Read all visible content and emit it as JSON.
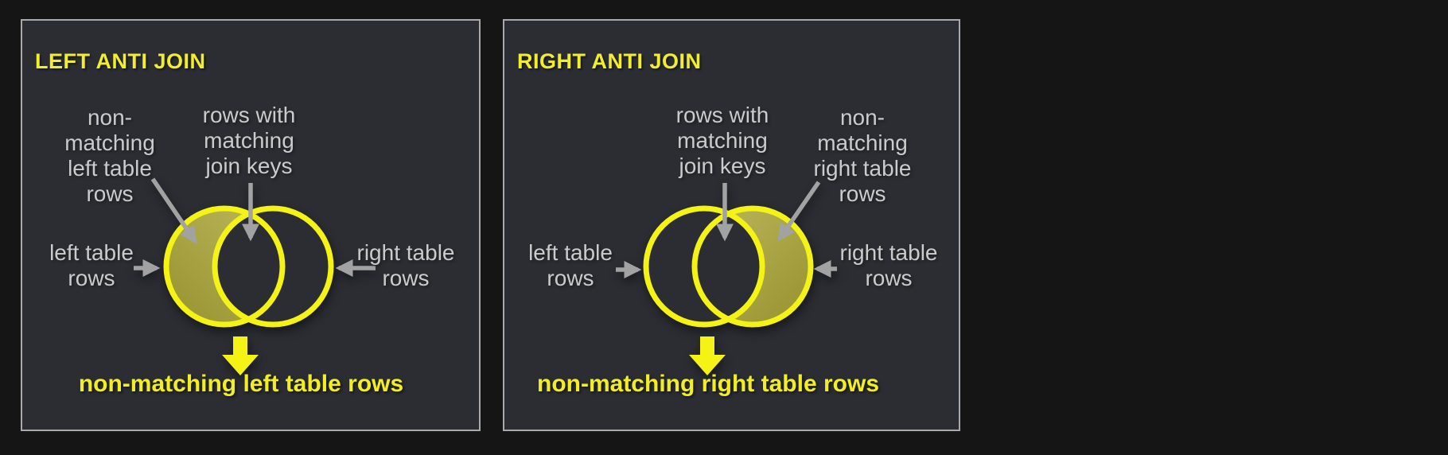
{
  "colors": {
    "page_background": "#151515",
    "panel_background": "#2b2d33",
    "panel_border": "#a9a9a9",
    "yellow_text": "#f2ee2e",
    "yellow_shape": "#f5f215",
    "olive_fill": "#a8a33e",
    "label_gray": "#cbcbcb",
    "arrow_gray": "#a2a2a2"
  },
  "icons": {
    "down_arrow": "down-arrow-icon",
    "pointer_arrow": "pointer-arrow-icon",
    "venn": "venn-diagram"
  },
  "panels": [
    {
      "title": "LEFT ANTI JOIN",
      "caption": "non-matching left table rows",
      "filled_region": "left-crescent",
      "labels": {
        "nonmatching": [
          "non-",
          "matching",
          "left table",
          "rows"
        ],
        "matching": [
          "rows with",
          "matching",
          "join keys"
        ],
        "left_side": [
          "left table",
          "rows"
        ],
        "right_side": [
          "right table",
          "rows"
        ]
      }
    },
    {
      "title": "RIGHT ANTI JOIN",
      "caption": "non-matching right table rows",
      "filled_region": "right-crescent",
      "labels": {
        "nonmatching": [
          "non-",
          "matching",
          "right table",
          "rows"
        ],
        "matching": [
          "rows with",
          "matching",
          "join keys"
        ],
        "left_side": [
          "left table",
          "rows"
        ],
        "right_side": [
          "right table",
          "rows"
        ]
      }
    }
  ]
}
